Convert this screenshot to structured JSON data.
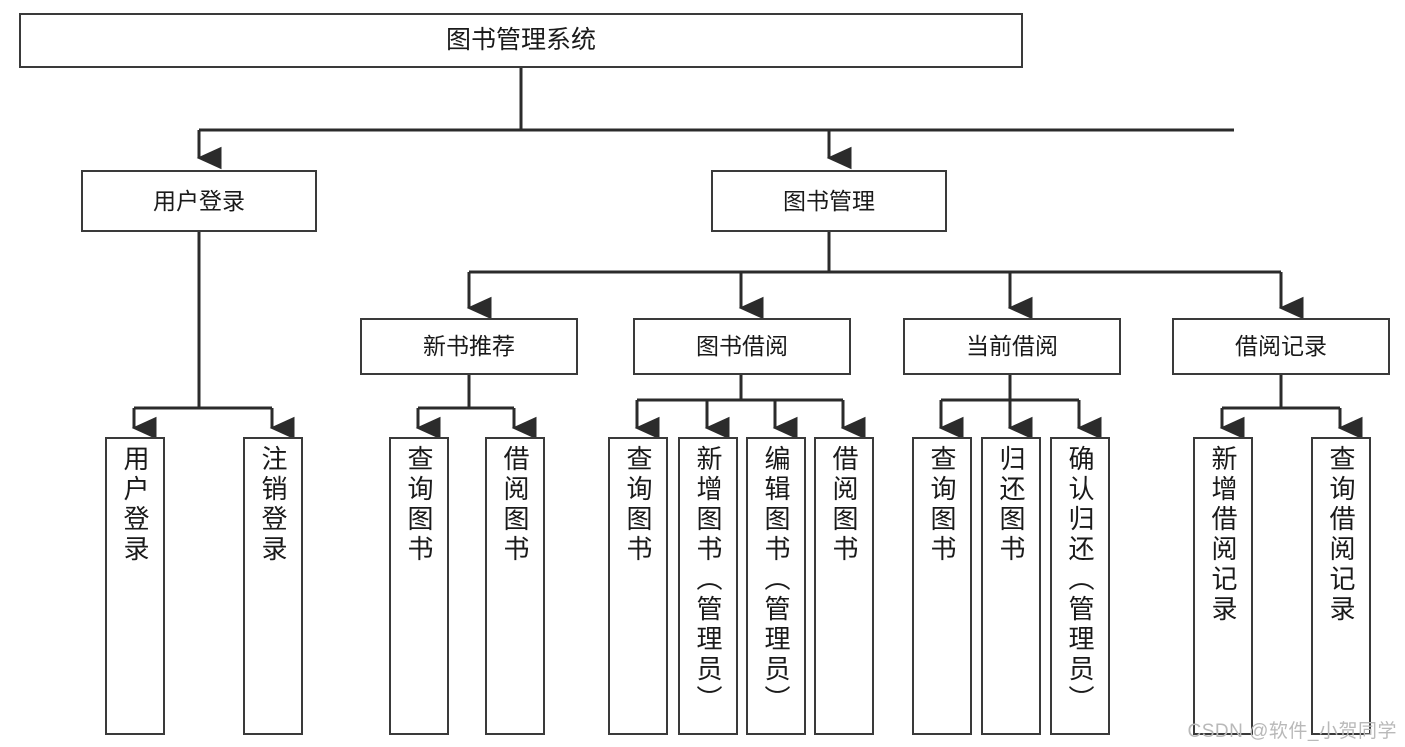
{
  "diagram": {
    "type": "hierarchy-tree",
    "title": "图书管理系统",
    "colors": {
      "border": "#3a3a3a",
      "background": "#ffffff",
      "text": "#1a1a1a",
      "connector": "#2b2b2b",
      "watermark": "#b9b9b9"
    },
    "root": {
      "label": "图书管理系统"
    },
    "level1": [
      {
        "label": "用户登录"
      },
      {
        "label": "图书管理"
      }
    ],
    "level2": [
      {
        "label": "新书推荐"
      },
      {
        "label": "图书借阅"
      },
      {
        "label": "当前借阅"
      },
      {
        "label": "借阅记录"
      }
    ],
    "leaves": {
      "user_login": [
        {
          "label": "用户登录"
        },
        {
          "label": "注销登录"
        }
      ],
      "new_book_rec": [
        {
          "label": "查询图书"
        },
        {
          "label": "借阅图书"
        }
      ],
      "book_borrow": [
        {
          "label": "查询图书"
        },
        {
          "label": "新增图书（管理员）"
        },
        {
          "label": "编辑图书（管理员）"
        },
        {
          "label": "借阅图书"
        }
      ],
      "current_borrow": [
        {
          "label": "查询图书"
        },
        {
          "label": "归还图书"
        },
        {
          "label": "确认归还（管理员）"
        }
      ],
      "borrow_record": [
        {
          "label": "新增借阅记录"
        },
        {
          "label": "查询借阅记录"
        }
      ]
    }
  },
  "watermark": {
    "text": "CSDN @软件_小贺同学"
  }
}
